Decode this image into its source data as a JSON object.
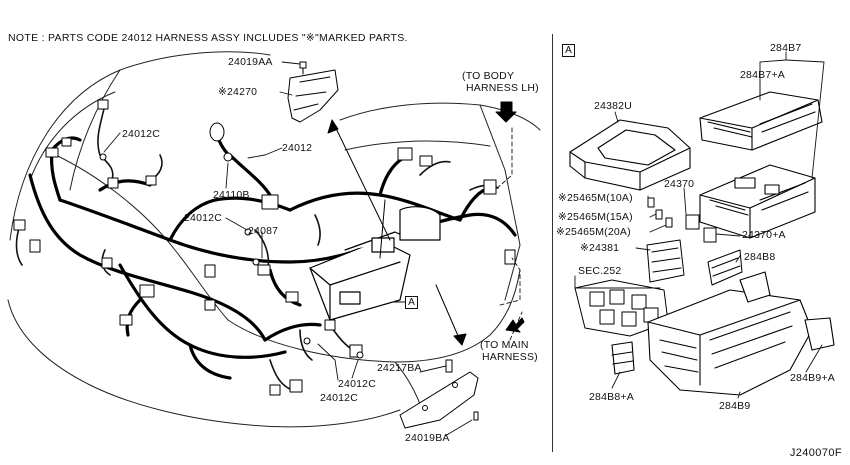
{
  "note": "NOTE : PARTS CODE 24012 HARNESS ASSY INCLUDES \"※\"MARKED PARTS.",
  "section_box_label": "A",
  "diagram_code": "J240070F",
  "left_labels": {
    "p24019AA": "24019AA",
    "p24270": "※24270",
    "p24012C_top": "24012C",
    "p24012": "24012",
    "p24110B": "24110B",
    "p24012C_mid": "24012C",
    "p24087": "24087",
    "p24012C_bot1": "24012C",
    "p24012C_bot2": "24012C",
    "p24217BA": "24217BA",
    "p24019BA": "24019BA",
    "to_body_1": "(TO BODY",
    "to_body_2": "HARNESS LH)",
    "to_main_1": "(TO MAIN",
    "to_main_2": "HARNESS)",
    "a_ref": "A"
  },
  "right_labels": {
    "p284B7": "284B7",
    "p284B7A": "284B7+A",
    "p24382U": "24382U",
    "p24370": "24370",
    "p25465_10": "※25465M(10A)",
    "p25465_15": "※25465M(15A)",
    "p25465_20": "※25465M(20A)",
    "p24370A": "24370+A",
    "p24381": "※24381",
    "p284B8": "284B8",
    "sec252": "SEC.252",
    "p284B8A": "284B8+A",
    "p284B9": "284B9",
    "p284B9A": "284B9+A"
  }
}
